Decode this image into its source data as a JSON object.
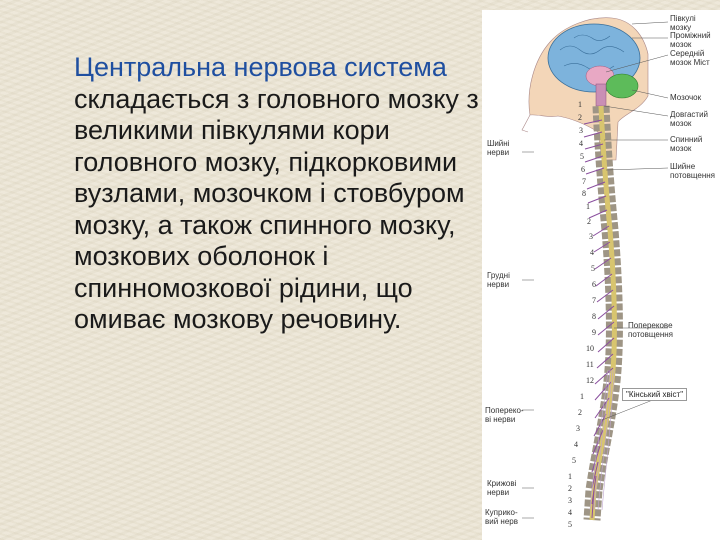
{
  "slide": {
    "highlight": "Центральна нервова система",
    "body": " складається з головного мозку з великими півкулями кори головного мозку, підкорковими вузлами, мозочком і стовбуром мозку, а також спинного мозку, мозкових оболонок і спинномозкової рідини, що омиває мозкову речовину."
  },
  "figure": {
    "right_labels": [
      "Півкулі мозку",
      "Проміжний мозок",
      "Середній мозок Міст",
      "Мозочок",
      "Довгастий мозок",
      "Спинний мозок",
      "Шийне потовщення",
      "Поперекове потовщення"
    ],
    "left_labels": [
      "Шийні нерви",
      "Грудні нерви",
      "Попереко-ві нерви",
      "Крижові нерви",
      "Куприко-вий нерв"
    ],
    "tag": "\"Кінський хвіст\"",
    "cervical_numbers": [
      "1",
      "2",
      "3",
      "4",
      "5",
      "6",
      "7",
      "8"
    ],
    "thoracic_numbers": [
      "1",
      "2",
      "3",
      "4",
      "5",
      "6",
      "7",
      "8",
      "9",
      "10",
      "11",
      "12"
    ],
    "lumbar_numbers": [
      "1",
      "2",
      "3",
      "4",
      "5"
    ],
    "sacral_numbers": [
      "1",
      "2",
      "3",
      "4",
      "5"
    ],
    "colors": {
      "highlight_text": "#1f4fa0",
      "brain": "#7db3dc",
      "cerebellum": "#5dbb5a",
      "cord": "#d8c56f",
      "spinal_nerves": "#8a4f9e"
    }
  }
}
